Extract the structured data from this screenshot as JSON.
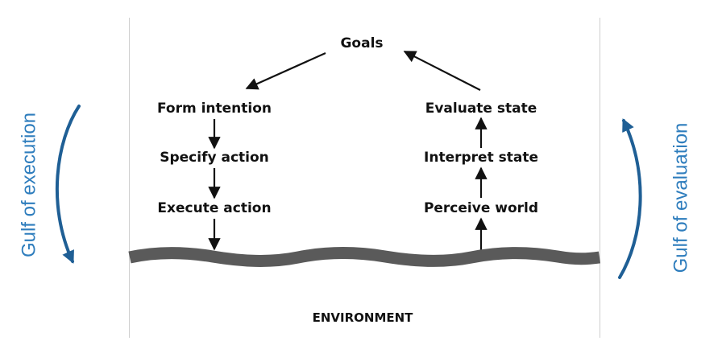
{
  "goals": "Goals",
  "execution_steps": [
    "Form intention",
    "Specify action",
    "Execute action"
  ],
  "evaluation_steps": [
    "Evaluate state",
    "Interpret state",
    "Perceive world"
  ],
  "environment": "ENVIRONMENT",
  "gulf_execution": "Gulf of execution",
  "gulf_evaluation": "Gulf of evaluation",
  "colors": {
    "gulf_text": "#2e7dbd",
    "gulf_arrow": "#1f5f95",
    "ground": "#5a5a5a",
    "arrows": "#111111"
  }
}
